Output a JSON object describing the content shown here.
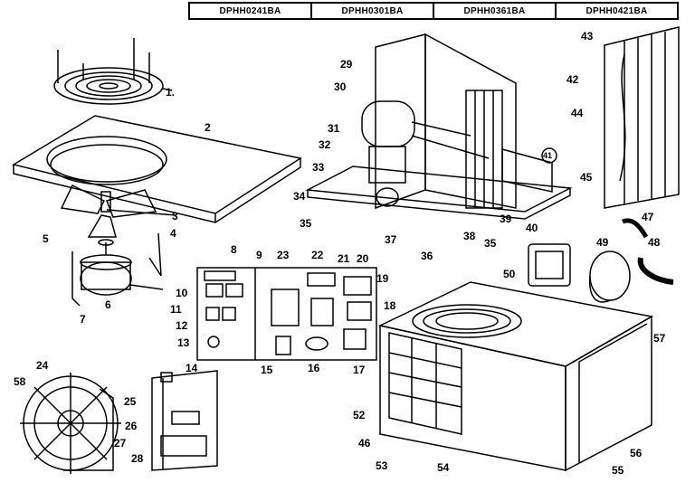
{
  "models": [
    "DPHH0241BA",
    "DPHH0301BA",
    "DPHH0361BA",
    "DPHH0421BA"
  ],
  "callouts": {
    "c1": "1.",
    "c2": "2",
    "c3": "3",
    "c4": "4",
    "c5": "5",
    "c6": "6",
    "c7": "7",
    "c8": "8",
    "c9": "9",
    "c10": "10",
    "c11": "11",
    "c12": "12",
    "c13": "13",
    "c14": "14",
    "c15": "15",
    "c16": "16",
    "c17": "17",
    "c18": "18",
    "c19": "19",
    "c20": "20",
    "c21": "21",
    "c22": "22",
    "c23": "23",
    "c24": "24",
    "c25": "25",
    "c26": "26",
    "c27": "27",
    "c28": "28",
    "c29": "29",
    "c30": "30",
    "c31": "31",
    "c32": "32",
    "c33": "33",
    "c34": "34",
    "c35a": "35",
    "c35b": "35",
    "c36": "36",
    "c37": "37",
    "c38": "38",
    "c39": "39",
    "c40": "40",
    "c41": "41",
    "c42": "42",
    "c43": "43",
    "c44": "44",
    "c45": "45",
    "c46": "46",
    "c47": "47",
    "c48": "48",
    "c49": "49",
    "c50": "50",
    "c52": "52",
    "c53": "53",
    "c54": "54",
    "c55": "55",
    "c56": "56",
    "c57": "57",
    "c58": "58"
  }
}
